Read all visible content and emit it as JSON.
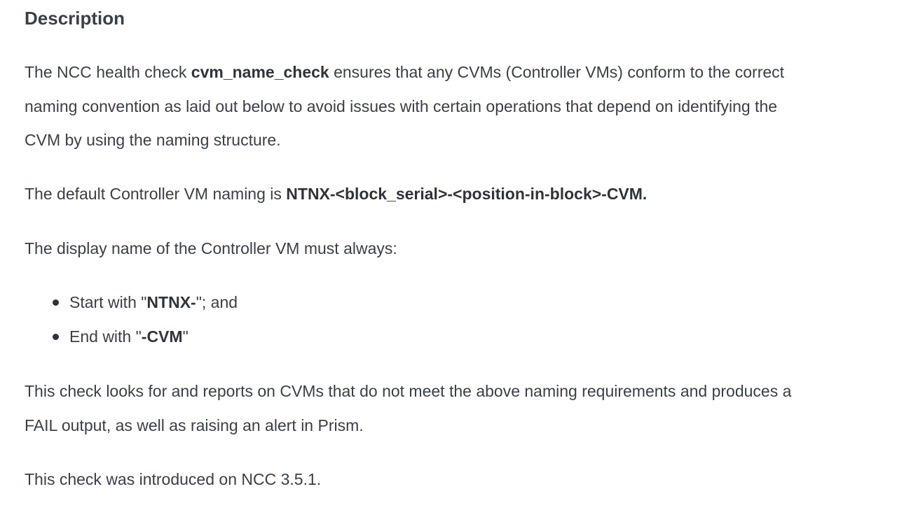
{
  "heading": "Description",
  "intro": {
    "before": "The NCC health check ",
    "check_name": "cvm_name_check",
    "line1_after": " ensures that any CVMs (Controller VMs) conform to the correct",
    "line2": "naming convention as laid out below to avoid issues with certain operations that depend on identifying the",
    "line3": "CVM by using the naming structure."
  },
  "default_naming": {
    "prefix": "The default Controller VM naming is ",
    "pattern": "NTNX-<block_serial>-<position-in-block>-CVM."
  },
  "display_name_intro": "The display name of the Controller VM must always:",
  "rules": [
    {
      "before": "Start with \"",
      "bold": "NTNX-",
      "after": "\"; and"
    },
    {
      "before": "End with \"",
      "bold": "-CVM",
      "after": "\""
    }
  ],
  "check_behavior": {
    "line1": "This check looks for and reports on CVMs that do not meet the above naming requirements and produces a",
    "line2": "FAIL output, as well as raising an alert in Prism."
  },
  "introduced": "This check was introduced on NCC 3.5.1."
}
